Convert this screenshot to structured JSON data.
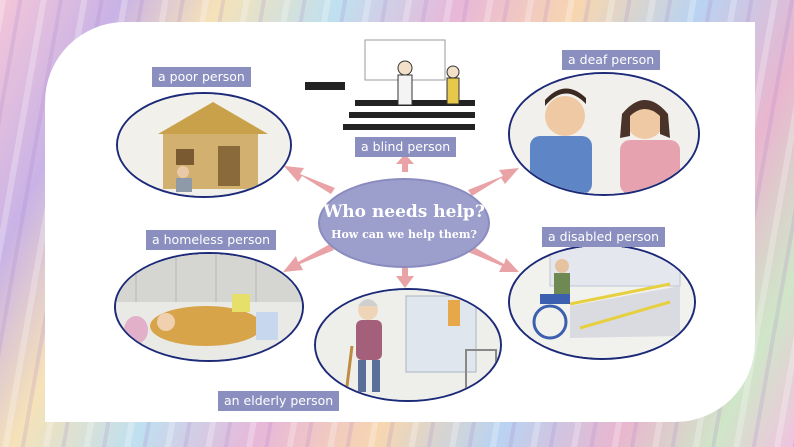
{
  "center": {
    "title": "Who needs help?",
    "subtitle": "How can we  help them?"
  },
  "labels": {
    "poor": "a poor person",
    "blind": "a blind person",
    "deaf": "a deaf person",
    "homeless": "a homeless person",
    "disabled": "a disabled person",
    "elderly": "an elderly person"
  },
  "colors": {
    "label_bg": "#8a8fc0",
    "center_bg": "#9c9ecb",
    "arrow": "#e9a3a6",
    "oval_border": "#1c2a78"
  }
}
